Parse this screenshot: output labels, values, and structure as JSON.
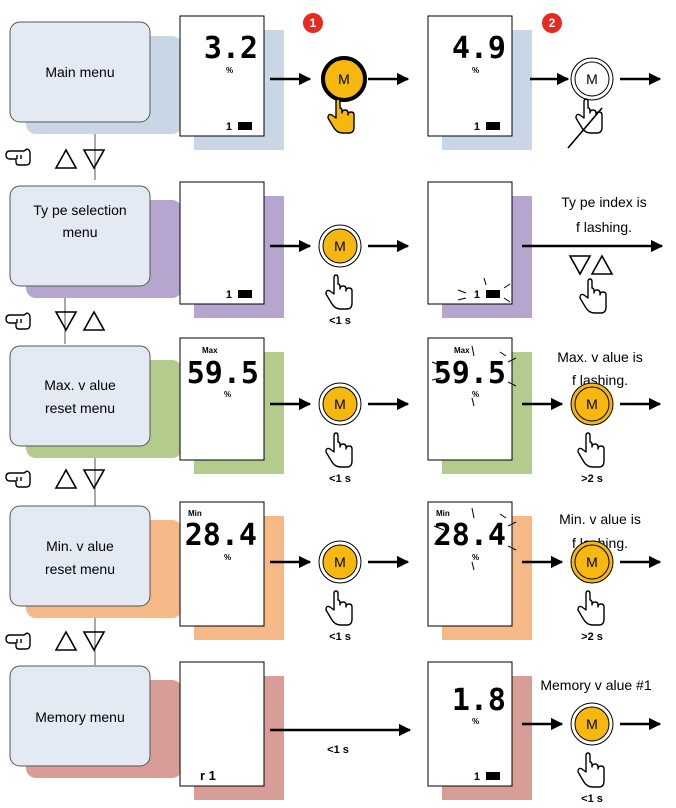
{
  "menus": [
    {
      "line1": "Main menu",
      "line2": ""
    },
    {
      "line1": "Ty pe selection",
      "line2": "menu"
    },
    {
      "line1": "Max. v alue",
      "line2": "reset menu"
    },
    {
      "line1": "Min. v alue",
      "line2": "reset menu"
    },
    {
      "line1": "Memory  menu",
      "line2": ""
    }
  ],
  "badges": [
    "1",
    "2"
  ],
  "button_label": "M",
  "displays": {
    "main_1_value": "3.2",
    "main_2_value": "4.9",
    "type_index": "1",
    "max_tag": "Max",
    "max_value": "59.5",
    "min_tag": "Min",
    "min_value": "28.4",
    "memory_index": "r 1",
    "memory_value": "1.8",
    "unit": "%"
  },
  "notes": {
    "type_index_line1": "Ty pe index is",
    "type_index_line2": "f lashing.",
    "max_line1": "Max. v alue is",
    "max_line2": "f lashing.",
    "min_line1": "Min. v alue is",
    "min_line2": "f lashing.",
    "memory_value": "Memory  v alue #1"
  },
  "durations": {
    "short": "<1 s",
    "long": ">2 s"
  },
  "colors": {
    "main_shadow": "#c9d6e6",
    "type_shadow": "#b6a6cf",
    "max_shadow": "#b3cc8e",
    "min_shadow": "#f5b987",
    "memory_shadow": "#d99d97",
    "menu_box_fill": "#e4eaf4",
    "button_fill": "#f6b80f",
    "badge_fill": "#e62a1f",
    "hand_fill": "#f6b80f"
  }
}
